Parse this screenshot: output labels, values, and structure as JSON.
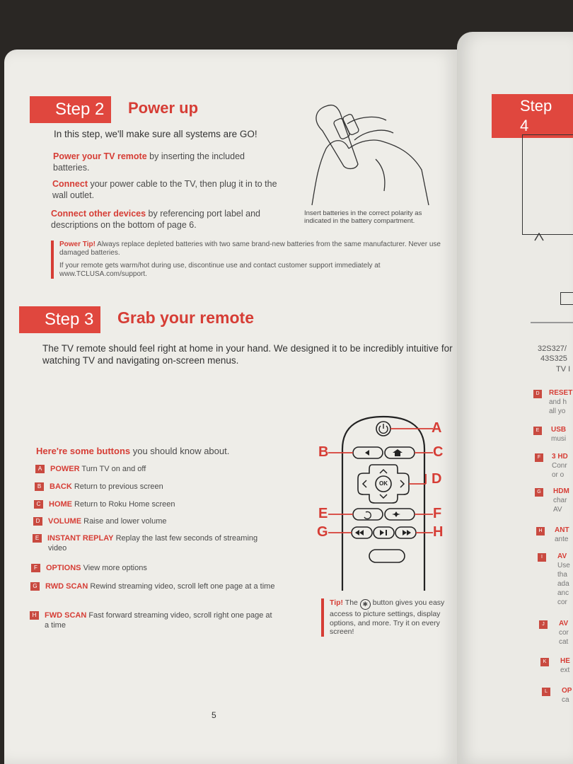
{
  "step2": {
    "badge": "Step 2",
    "title": "Power up",
    "intro": "In this step, we'll make sure all systems are GO!",
    "p1_strong": "Power your TV remote",
    "p1_rest": " by inserting the included batteries.",
    "p2_strong": "Connect",
    "p2_rest": " your power cable to the TV, then plug it in to the wall outlet.",
    "p3_strong": "Connect other devices",
    "p3_rest": " by referencing port label and descriptions on the bottom of page 6.",
    "caption": "Insert batteries in the correct polarity as indicated in the battery compartment.",
    "tip_label": "Power Tip!",
    "tip_text1": " Always replace depleted batteries with two same brand-new batteries from the same manufacturer. Never use damaged batteries.",
    "tip_text2": "If your remote gets warm/hot during use, discontinue use and contact customer support immediately at www.TCLUSA.com/support."
  },
  "step3": {
    "badge": "Step 3",
    "title": "Grab your remote",
    "intro": "The TV remote should feel right at home in your hand. We designed it to be incredibly intuitive for watching TV and navigating on-screen menus.",
    "buttons_heading_strong": "Here're some buttons",
    "buttons_heading_rest": " you should know about.",
    "buttons": [
      {
        "letter": "A",
        "name": "POWER",
        "desc": " Turn TV on and off"
      },
      {
        "letter": "B",
        "name": "BACK",
        "desc": " Return to previous screen"
      },
      {
        "letter": "C",
        "name": "HOME",
        "desc": " Return to Roku Home screen"
      },
      {
        "letter": "D",
        "name": "VOLUME",
        "desc": " Raise and lower volume"
      },
      {
        "letter": "E",
        "name": "INSTANT REPLAY",
        "desc": " Replay the last few seconds of streaming video"
      },
      {
        "letter": "F",
        "name": "OPTIONS",
        "desc": " View more options"
      },
      {
        "letter": "G",
        "name": "RWD SCAN",
        "desc": " Rewind streaming video, scroll left one page at a time"
      },
      {
        "letter": "H",
        "name": "FWD SCAN",
        "desc": " Fast forward streaming video, scroll right one page at a time"
      }
    ],
    "remote_labels": {
      "A": "A",
      "B": "B",
      "C": "C",
      "D": "D",
      "E": "E",
      "F": "F",
      "G": "G",
      "H": "H"
    },
    "remote_ok": "OK",
    "tip_label": "Tip!",
    "tip_pre": " The ",
    "tip_post": " button gives you easy access to picture settings, display options, and more. Try it on every screen!"
  },
  "page_number": "5",
  "right_page": {
    "badge": "Step 4",
    "models_line1": "32S327/",
    "models_line2": "43S325",
    "models_line3": "TV I",
    "items": [
      {
        "letter": "D",
        "title": "RESET",
        "lines": [
          "and h",
          "all yo"
        ]
      },
      {
        "letter": "E",
        "title": "USB",
        "lines": [
          "musi"
        ]
      },
      {
        "letter": "F",
        "title": "3 HD",
        "lines": [
          "Conr",
          "or o"
        ]
      },
      {
        "letter": "G",
        "title": "HDM",
        "lines": [
          "char",
          "AV"
        ]
      },
      {
        "letter": "H",
        "title": "ANT",
        "lines": [
          "ante"
        ]
      },
      {
        "letter": "I",
        "title": "AV",
        "lines": [
          "Use",
          "tha",
          "ada",
          "anc",
          "cor"
        ]
      },
      {
        "letter": "J",
        "title": "AV",
        "lines": [
          "cor",
          "cat"
        ]
      },
      {
        "letter": "K",
        "title": "HE",
        "lines": [
          "ext"
        ]
      },
      {
        "letter": "L",
        "title": "OP",
        "lines": [
          "ca"
        ]
      }
    ]
  }
}
